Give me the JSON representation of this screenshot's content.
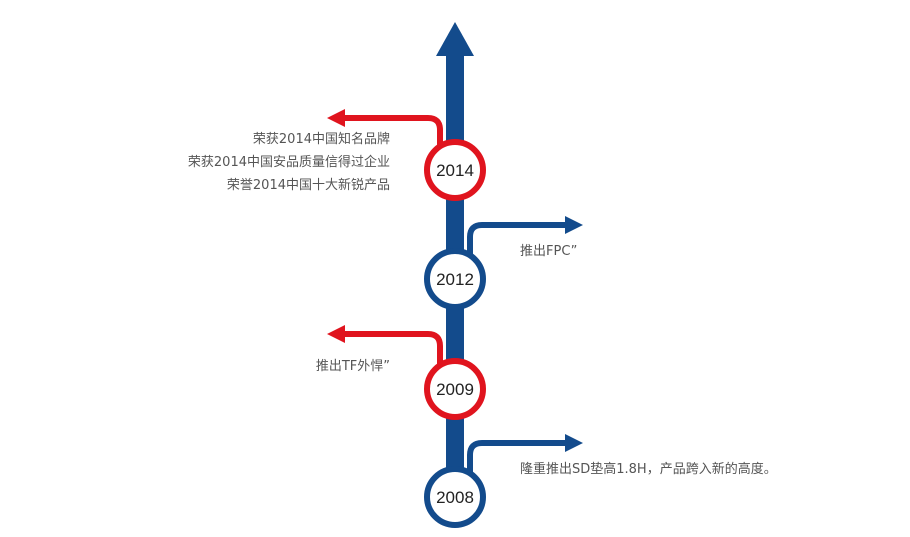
{
  "colors": {
    "blue": "#134b8c",
    "red": "#e0141e",
    "text": "#555555",
    "circle_fill": "#ffffff"
  },
  "milestones": [
    {
      "year": "2014",
      "color": "red",
      "side": "left",
      "notes": [
        "荣获2014中国知名品牌",
        "荣获2014中国安品质量信得过企业",
        "荣誉2014中国十大新锐产品"
      ]
    },
    {
      "year": "2012",
      "color": "blue",
      "side": "right",
      "notes": [
        "推出FPC”"
      ]
    },
    {
      "year": "2009",
      "color": "red",
      "side": "left",
      "notes": [
        "推出TF外悍”"
      ]
    },
    {
      "year": "2008",
      "color": "blue",
      "side": "right",
      "notes": [
        "隆重推出SD垫高1.8H，产品跨入新的高度。"
      ]
    }
  ]
}
